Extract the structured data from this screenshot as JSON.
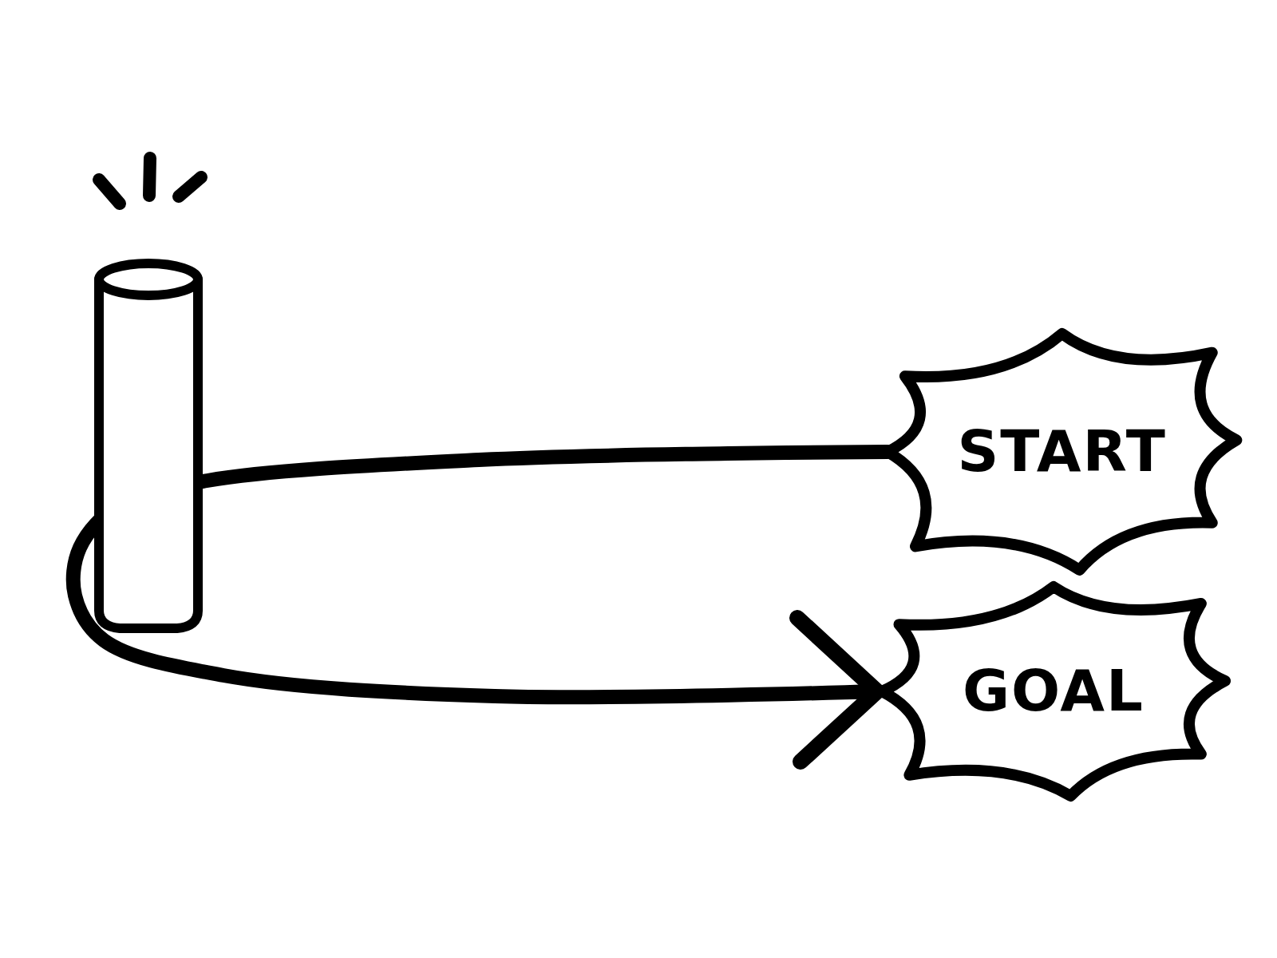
{
  "diagram": {
    "nodes": [
      {
        "text": [
          "START"
        ]
      },
      {
        "text": [
          "GOAL"
        ]
      }
    ],
    "edges": [
      {
        "from": 0,
        "to": 1,
        "arrow": "to"
      }
    ]
  }
}
